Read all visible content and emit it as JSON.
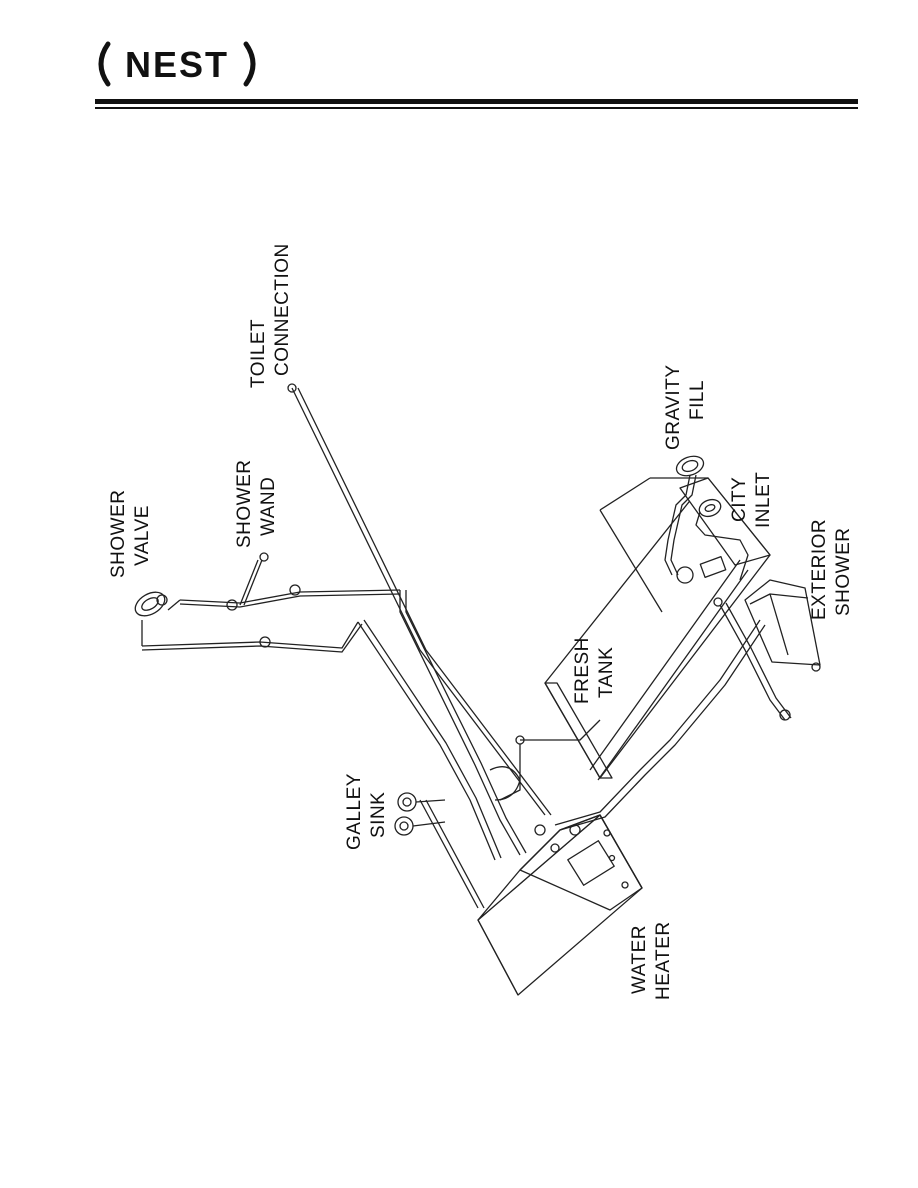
{
  "header": {
    "logo_text": "NEST"
  },
  "diagram": {
    "labels": {
      "shower_valve": [
        "SHOWER",
        "VALVE"
      ],
      "shower_wand": [
        "SHOWER",
        "WAND"
      ],
      "toilet_connection": [
        "TOILET",
        "CONNECTION"
      ],
      "gravity_fill": [
        "GRAVITY",
        "FILL"
      ],
      "city_inlet": [
        "CITY",
        "INLET"
      ],
      "exterior_shower": [
        "EXTERIOR",
        "SHOWER"
      ],
      "fresh_tank": [
        "FRESH",
        "TANK"
      ],
      "galley_sink": [
        "GALLEY",
        "SINK"
      ],
      "water_heater": [
        "WATER",
        "HEATER"
      ]
    }
  }
}
